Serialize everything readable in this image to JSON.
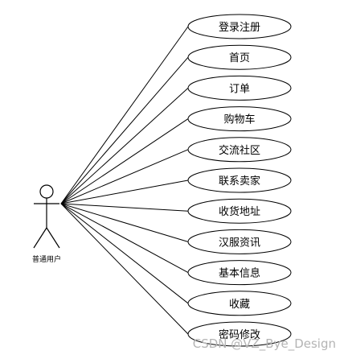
{
  "actor": {
    "label": "普通用户"
  },
  "use_cases": [
    {
      "label": "登录注册"
    },
    {
      "label": "首页"
    },
    {
      "label": "订单"
    },
    {
      "label": "购物车"
    },
    {
      "label": "交流社区"
    },
    {
      "label": "联系卖家"
    },
    {
      "label": "收货地址"
    },
    {
      "label": "汉服资讯"
    },
    {
      "label": "基本信息"
    },
    {
      "label": "收藏"
    },
    {
      "label": "密码修改"
    }
  ],
  "watermark": "CSDN @VZ_Bye_Design",
  "colors": {
    "line": "#000000",
    "background": "#ffffff",
    "watermark": "#b4b4b4"
  }
}
